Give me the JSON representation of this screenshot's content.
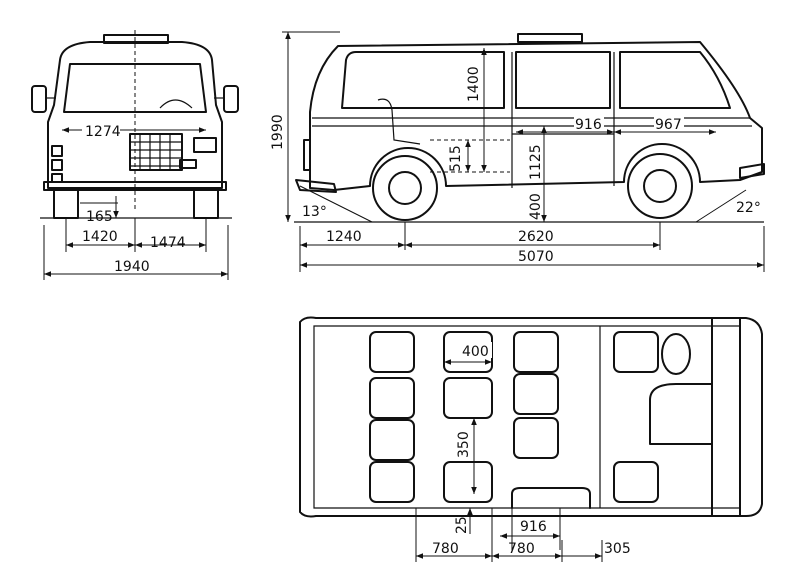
{
  "front_view": {
    "track_width_label": "1274",
    "ground_clearance_label": "165",
    "front_track_label": "1420",
    "rear_track_label": "1474",
    "overall_width_label": "1940"
  },
  "side_view": {
    "overall_height_label": "1990",
    "interior_height_label": "1400",
    "floor_height_label": "515",
    "wheel_height_label": "1125",
    "floor_to_ground_label": "400",
    "window_width_label": "916",
    "rear_window_label": "967",
    "approach_angle_label": "13°",
    "departure_angle_label": "22°",
    "front_overhang_label": "1240",
    "wheelbase_label": "2620",
    "overall_length_label": "5070"
  },
  "top_view": {
    "seat_width_label": "400",
    "seat_pitch_label": "350",
    "aisle_gap_label": "25",
    "door_width_label": "916",
    "row_spacing_1_label": "780",
    "row_spacing_2_label": "780",
    "rear_offset_label": "305"
  }
}
